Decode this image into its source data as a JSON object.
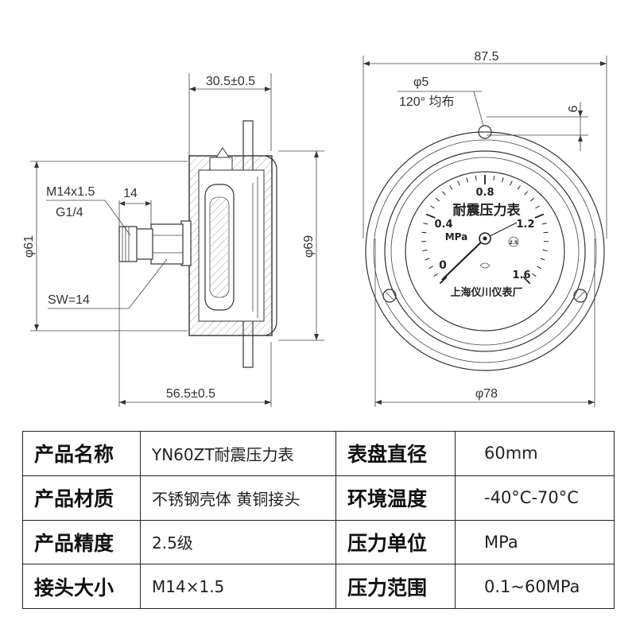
{
  "drawing": {
    "dims": {
      "depth": "30.5±0.5",
      "thread": "M14x1.5",
      "pipe": "G1/4",
      "hex_len": "14",
      "wrench": "SW=14",
      "dia61": "φ61",
      "dia69": "φ69",
      "total": "56.5±0.5",
      "flange": "87.5",
      "hole": "φ5",
      "hole_note": "120° 均布",
      "gap": "6",
      "dia78": "φ78"
    },
    "dial": {
      "title": "耐震压力表",
      "unit": "MPa",
      "maker": "上海仪川仪表厂",
      "scale": [
        "0",
        "0.4",
        "0.8",
        "1.2",
        "1.6"
      ],
      "class_mark": "2.5"
    }
  },
  "specs": {
    "rows": [
      {
        "k1": "产品名称",
        "v1": "YN60ZT耐震压力表",
        "k2": "表盘直径",
        "v2": "60mm"
      },
      {
        "k1": "产品材质",
        "v1": "不锈钢壳体 黄铜接头",
        "k2": "环境温度",
        "v2": "-40°C-70°C"
      },
      {
        "k1": "产品精度",
        "v1": "2.5级",
        "k2": "压力单位",
        "v2": "MPa"
      },
      {
        "k1": "接头大小",
        "v1": "M14×1.5",
        "k2": "压力范围",
        "v2": "0.1~60MPa"
      }
    ]
  }
}
